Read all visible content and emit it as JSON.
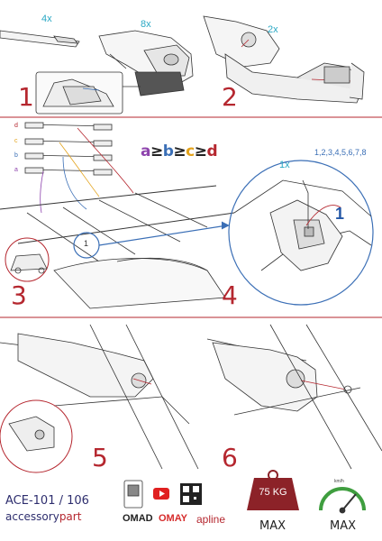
{
  "steps": [
    {
      "number": "1"
    },
    {
      "number": "2"
    },
    {
      "number": "3"
    },
    {
      "number": "4"
    },
    {
      "number": "5"
    },
    {
      "number": "6"
    }
  ],
  "step1": {
    "count_bars": "4x",
    "count_bolts": "8x"
  },
  "step2": {
    "count_screws": "2x"
  },
  "step3": {
    "bar_letters": [
      "d",
      "c",
      "b",
      "a"
    ],
    "bar_colors": [
      "#b5272f",
      "#e3a21a",
      "#3b6fb6",
      "#8e44ad"
    ],
    "order_parts": [
      {
        "text": "a",
        "color": "#8e44ad"
      },
      {
        "text": "≥",
        "color": "#222222"
      },
      {
        "text": "b",
        "color": "#3b6fb6"
      },
      {
        "text": "≥",
        "color": "#222222"
      },
      {
        "text": "c",
        "color": "#e3a21a"
      },
      {
        "text": "≥",
        "color": "#222222"
      },
      {
        "text": "d",
        "color": "#b5272f"
      }
    ],
    "callout_number": "1"
  },
  "step4": {
    "count_key": "1x",
    "sequence": "1,2,3,4,5,6,7,8",
    "big_number": "1"
  },
  "footer": {
    "product_code": "ACE-101 / 106",
    "accessory": "accessory",
    "part": "part",
    "brands": [
      {
        "text": "OMAD",
        "color": "#222222"
      },
      {
        "text": "OMAY",
        "color": "#d62b2b"
      },
      {
        "text": "apline",
        "color": "#b5272f"
      }
    ],
    "weight": "75 KG",
    "weight_label": "MAX",
    "speed_unit": "km/h",
    "speed_label": "MAX"
  },
  "colors": {
    "accent": "#b5272f",
    "blue": "#3b6fb6",
    "cyan": "#2aa8c4",
    "navy": "#2e2e6e"
  }
}
